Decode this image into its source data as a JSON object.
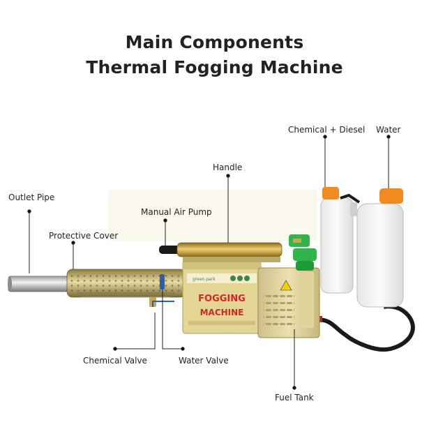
{
  "title": {
    "line1": "Main Components",
    "line2": "Thermal Fogging Machine"
  },
  "machine_text": {
    "fogging": "FOGGING",
    "machine": "MACHINE"
  },
  "components": [
    {
      "id": "outlet-pipe",
      "label": "Outlet Pipe"
    },
    {
      "id": "protective-cover",
      "label": "Protective Cover"
    },
    {
      "id": "manual-air-pump",
      "label": "Manual Air Pump"
    },
    {
      "id": "handle",
      "label": "Handle"
    },
    {
      "id": "chemical-diesel",
      "label": "Chemical + Diesel"
    },
    {
      "id": "water",
      "label": "Water"
    },
    {
      "id": "chemical-valve",
      "label": "Chemical Valve"
    },
    {
      "id": "water-valve",
      "label": "Water Valve"
    },
    {
      "id": "fuel-tank",
      "label": "Fuel Tank"
    }
  ],
  "colors": {
    "body_gold": "#d9c77c",
    "brass": "#c9a84a",
    "green_parts": "#2fb54a",
    "tank_cap": "#f28a1e",
    "fogging_text": "#d8232a",
    "hose": "#1a1a1a"
  }
}
